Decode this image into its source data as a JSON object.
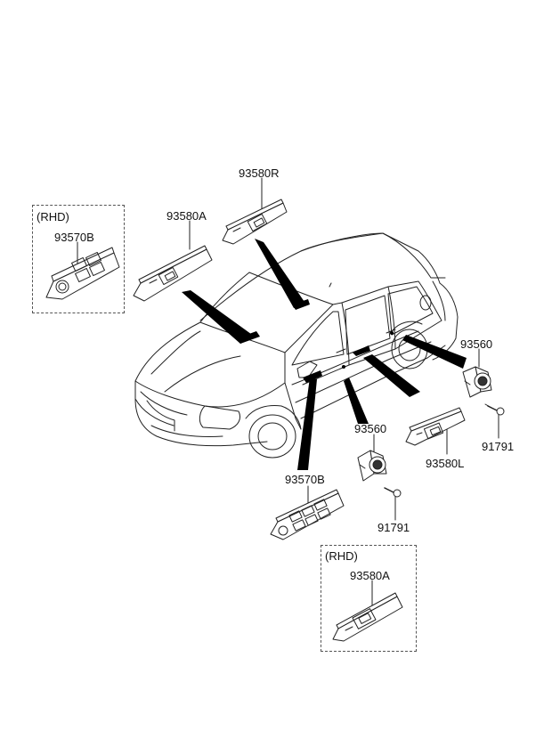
{
  "diagram": {
    "labels": {
      "rhd_top": "(RHD)",
      "p93570b_rhd": "93570B",
      "p93580a": "93580A",
      "p93580r": "93580R",
      "p93560_right": "93560",
      "p91791_right": "91791",
      "p93580l": "93580L",
      "p93560_center": "93560",
      "p91791_center": "91791",
      "p93570b": "93570B",
      "rhd_bottom": "(RHD)",
      "p93580a_rhd": "93580A"
    }
  }
}
